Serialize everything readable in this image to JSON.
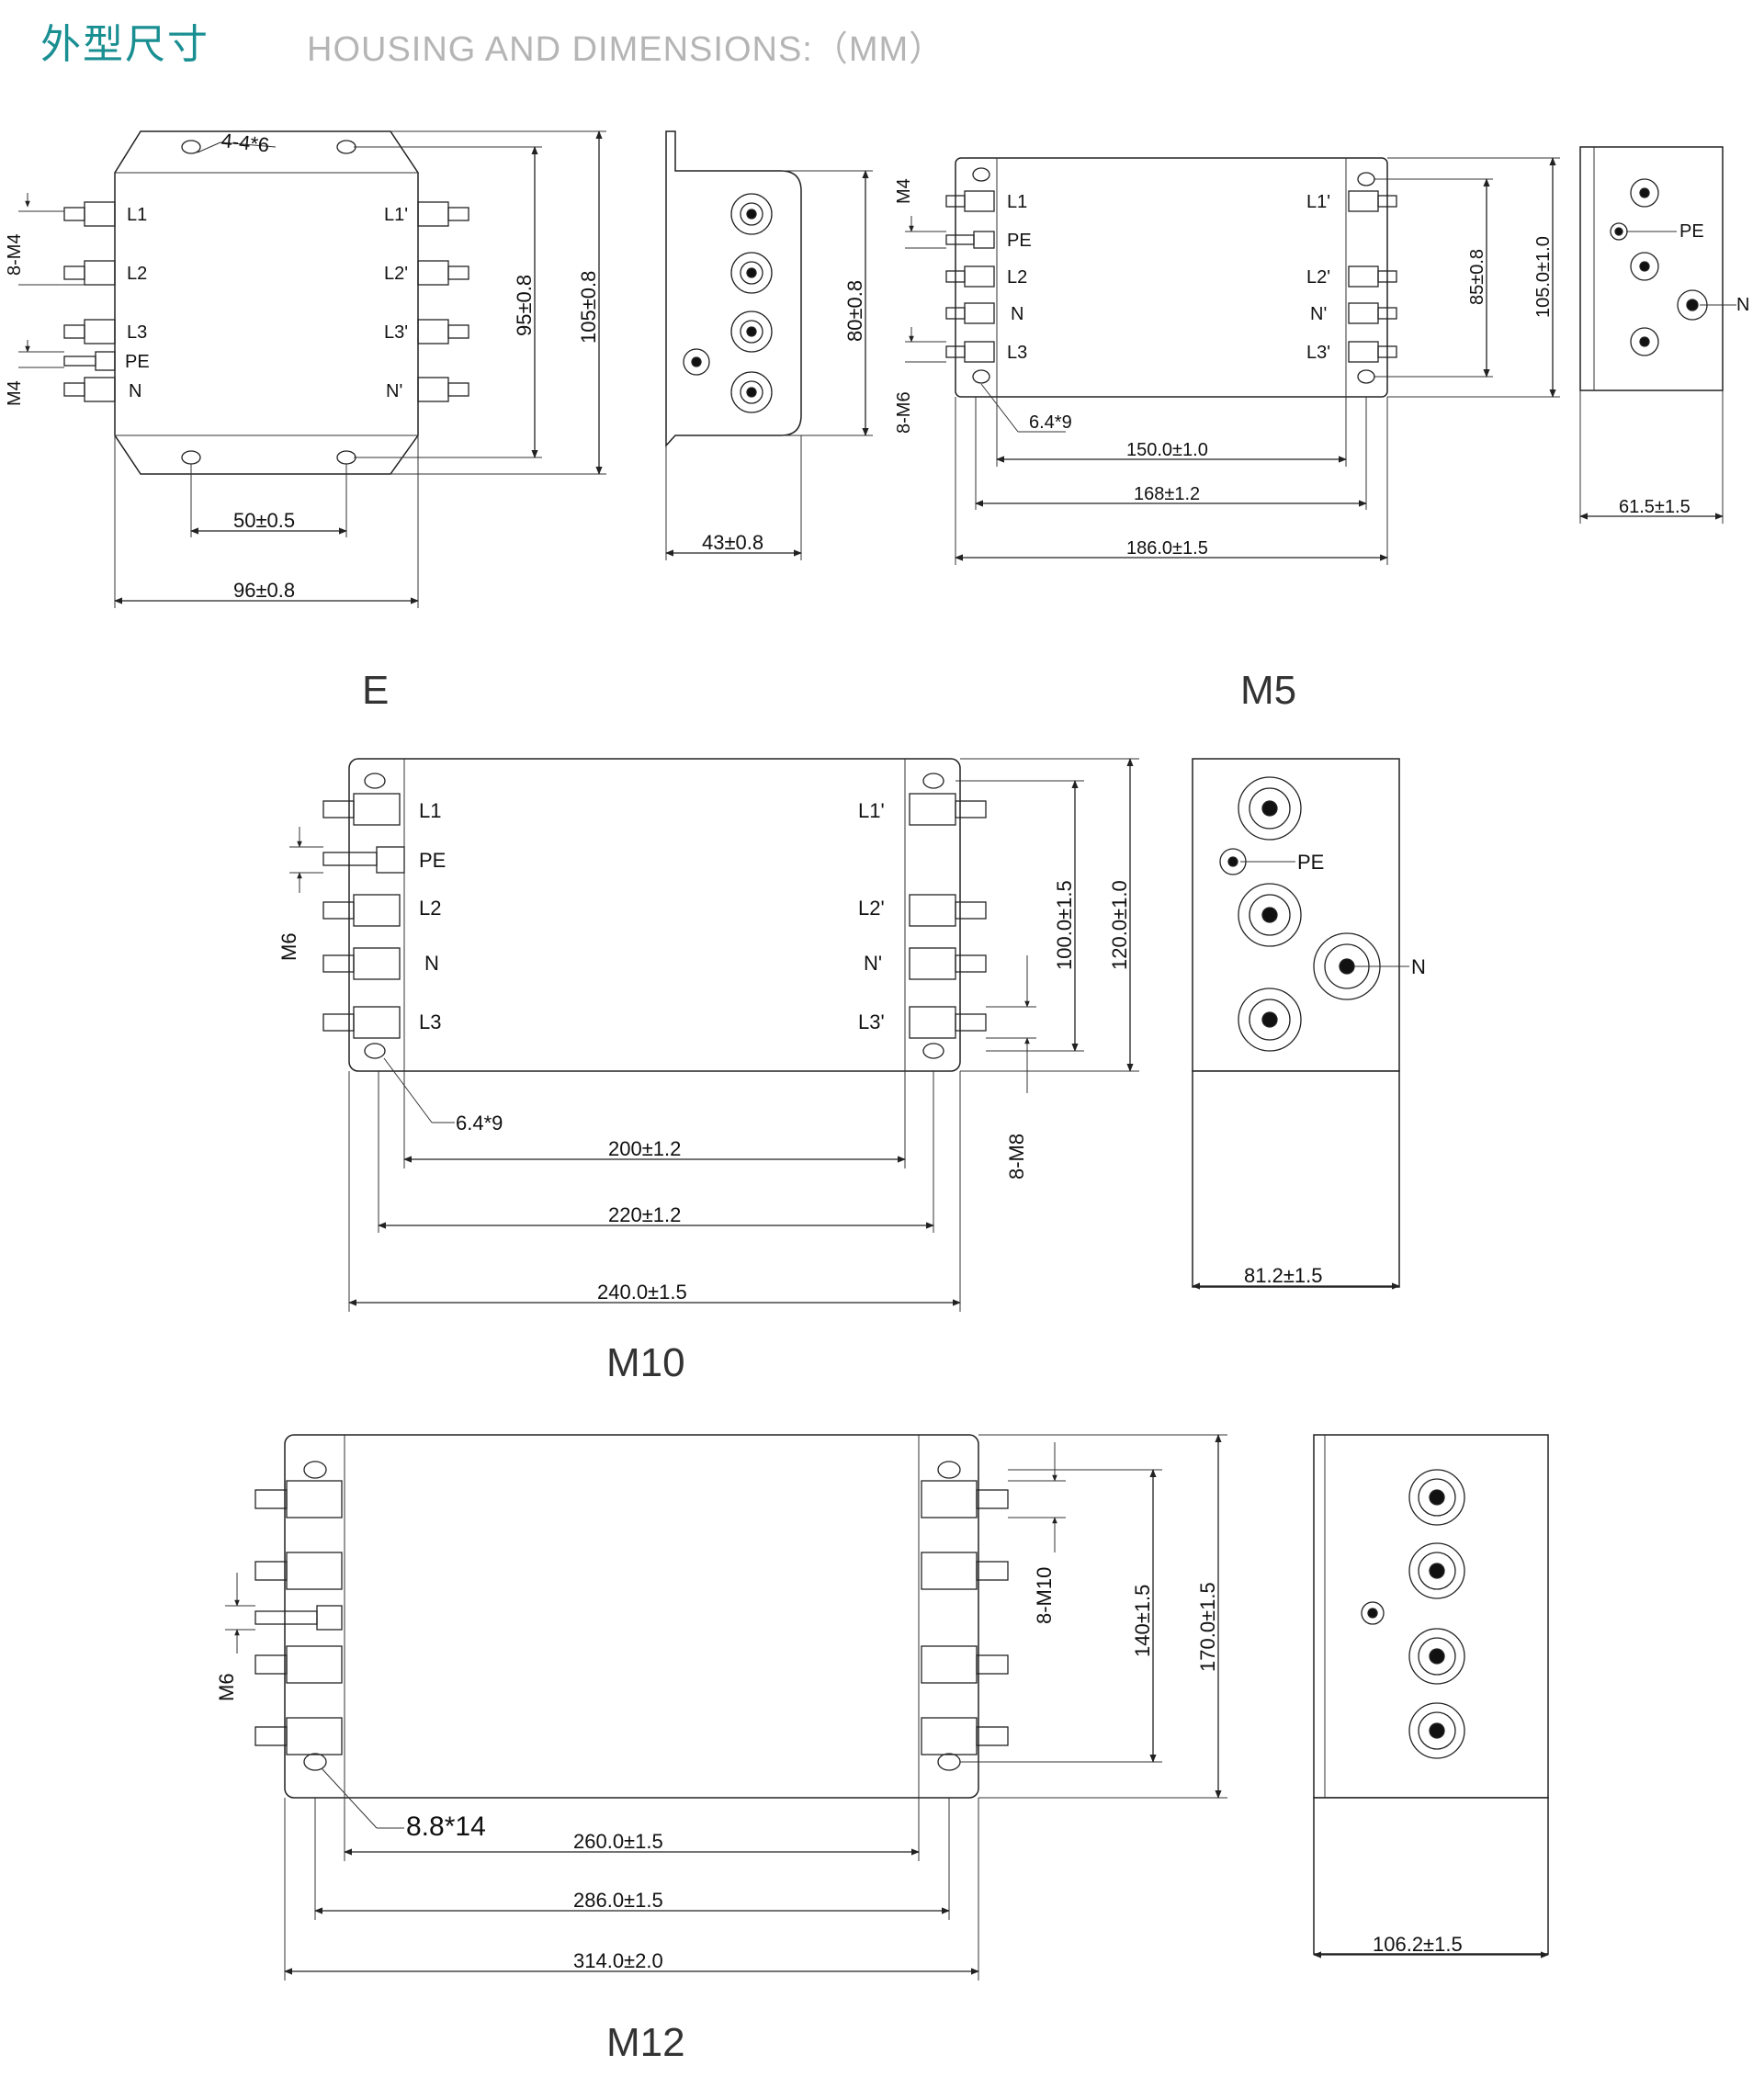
{
  "header": {
    "title_cn": "外型尺寸",
    "title_en": "HOUSING AND DIMENSIONS:（MM）"
  },
  "diagrams": {
    "E": {
      "name": "E",
      "hole": "4-4*6",
      "terminal_left": [
        "L1",
        "L2",
        "L3",
        "PE",
        "N"
      ],
      "terminal_right": [
        "L1'",
        "L2'",
        "L3'",
        "N'"
      ],
      "thread_terms": "8-M4",
      "thread_pe": "M4",
      "dim_height_inner": "95±0.8",
      "dim_height": "105±0.8",
      "dim_hole_pitch": "50±0.5",
      "dim_width": "96±0.8",
      "side_height": "80±0.8",
      "side_depth": "43±0.8"
    },
    "M5": {
      "name": "M5",
      "thread_pe": "M4",
      "thread_terms": "8-M6",
      "terminal_left": [
        "L1",
        "PE",
        "L2",
        "N",
        "L3"
      ],
      "terminal_right": [
        "L1'",
        "L2'",
        "N'",
        "L3'"
      ],
      "hole": "6.4*9",
      "dim_w1": "150.0±1.0",
      "dim_w2": "168±1.2",
      "dim_w3": "186.0±1.5",
      "dim_h1": "85±0.8",
      "dim_h2": "105.0±1.0",
      "side_pe": "PE",
      "side_n": "N",
      "side_depth": "61.5±1.5"
    },
    "M10": {
      "name": "M10",
      "terminal_left": [
        "L1",
        "PE",
        "L2",
        "N",
        "L3"
      ],
      "terminal_right": [
        "L1'",
        "L2'",
        "N'",
        "L3'"
      ],
      "thread_pe": "M6",
      "thread_terms": "8-M8",
      "hole": "6.4*9",
      "dim_w1": "200±1.2",
      "dim_w2": "220±1.2",
      "dim_w3": "240.0±1.5",
      "dim_h1": "100.0±1.5",
      "dim_h2": "120.0±1.0",
      "side_pe": "PE",
      "side_n": "N",
      "side_depth": "81.2±1.5"
    },
    "M12": {
      "name": "M12",
      "thread_pe": "M6",
      "thread_terms": "8-M10",
      "hole": "8.8*14",
      "dim_w1": "260.0±1.5",
      "dim_w2": "286.0±1.5",
      "dim_w3": "314.0±2.0",
      "dim_h1": "140±1.5",
      "dim_h2": "170.0±1.5",
      "side_depth": "106.2±1.5"
    }
  }
}
